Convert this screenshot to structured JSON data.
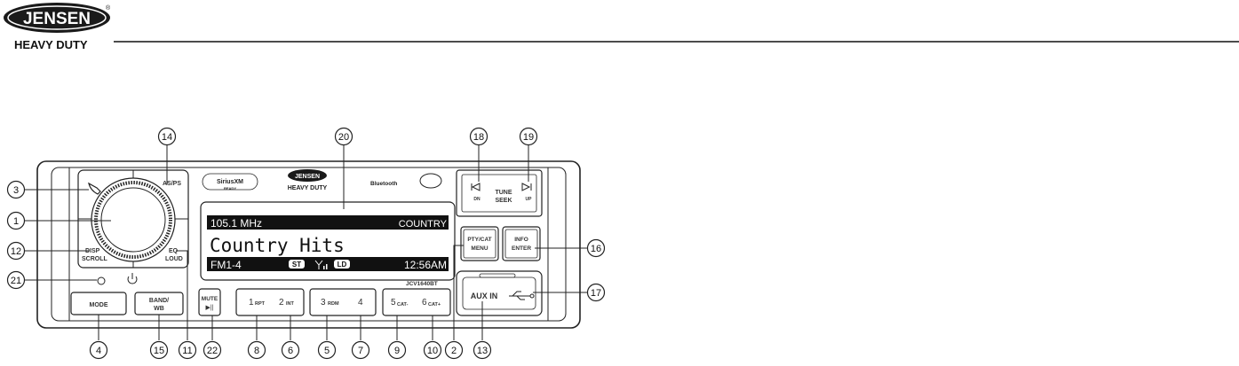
{
  "header": {
    "brand_logo_text": "JENSEN",
    "brand_tagline": "HEAVY DUTY",
    "brand_registered": "®"
  },
  "device": {
    "siriusxm_logo": "SiriusXM",
    "siriusxm_sub": "READY",
    "center_logo": "JENSEN",
    "center_tagline": "HEAVY DUTY",
    "bluetooth_logo": "Bluetooth",
    "model": "JCV1640BT",
    "display": {
      "frequency": "105.1 MHz",
      "category": "COUNTRY",
      "channel_name": "Country Hits",
      "preset": "FM1-4",
      "st_badge": "ST",
      "ld_badge": "LD",
      "clock": "12:56AM"
    },
    "buttons": {
      "as_ps": "AS/PS",
      "disp": "DISP",
      "scroll": "SCROLL",
      "eq": "EQ",
      "loud": "LOUD",
      "mode": "MODE",
      "band": "BAND/",
      "wb": "WB",
      "mute": "MUTE",
      "play_pause": "▶||",
      "p1": "1",
      "p1_sub": "RPT",
      "p2": "2",
      "p2_sub": "INT",
      "p3": "3",
      "p3_sub": "RDM",
      "p4": "4",
      "p5": "5",
      "p5_sub": "CAT-",
      "p6": "6",
      "p6_sub": "CAT+",
      "dn": "DN",
      "up": "UP",
      "tune": "TUNE",
      "seek": "SEEK",
      "pty_cat": "PTY/CAT",
      "menu": "MENU",
      "info": "INFO",
      "enter": "ENTER",
      "aux_in": "AUX IN"
    }
  },
  "callouts": {
    "top": [
      "14",
      "20",
      "18",
      "19"
    ],
    "left": [
      "3",
      "1",
      "12",
      "21"
    ],
    "right": [
      "16",
      "17"
    ],
    "bottom": [
      "4",
      "15",
      "11",
      "22",
      "8",
      "6",
      "5",
      "7",
      "9",
      "10",
      "2",
      "13"
    ]
  },
  "colors": {
    "line": "#222222",
    "display_bg": "#111111",
    "display_text": "#ffffff",
    "logo_bg": "#1a1a1a"
  }
}
